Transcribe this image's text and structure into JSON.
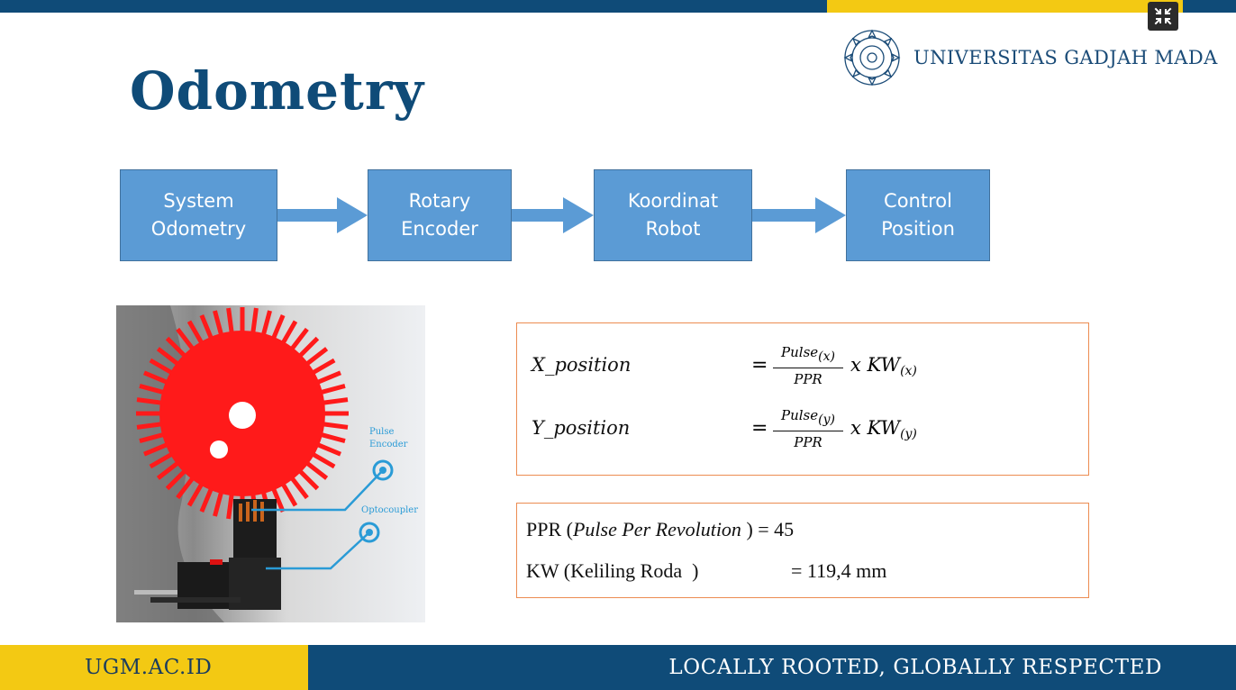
{
  "header": {
    "university_name": "UNIVERSITAS GADJAH MADA",
    "logo_icon": "ugm-seal-icon",
    "fullscreen_icon": "exit-fullscreen-icon"
  },
  "slide": {
    "title": "Odometry",
    "flow": [
      {
        "line1": "System",
        "line2": "Odometry"
      },
      {
        "line1": "Rotary",
        "line2": "Encoder"
      },
      {
        "line1": "Koordinat",
        "line2": "Robot"
      },
      {
        "line1": "Control",
        "line2": "Position"
      }
    ],
    "figure_labels": {
      "pulse_encoder_1": "Pulse",
      "pulse_encoder_2": "Encoder",
      "optocoupler": "Optocoupler"
    },
    "formulas": [
      {
        "lhs": "X_position",
        "eq": "=",
        "num": "Pulse",
        "num_sub": "(x)",
        "den": "PPR",
        "op": "x",
        "factor": "KW",
        "factor_sub": "(x)"
      },
      {
        "lhs": "Y_position",
        "eq": "=",
        "num": "Pulse",
        "num_sub": "(y)",
        "den": "PPR",
        "op": "x",
        "factor": "KW",
        "factor_sub": "(y)"
      }
    ],
    "constants": {
      "ppr_prefix": "PPR (",
      "ppr_italic": "Pulse Per Revolution ",
      "ppr_suffix": ") = 45",
      "kw_label": "KW (Keliling Roda  )",
      "kw_value": "= 119,4 mm"
    }
  },
  "footer": {
    "site": "UGM.AC.ID",
    "tagline": "LOCALLY ROOTED, GLOBALLY RESPECTED"
  },
  "colors": {
    "brand_blue": "#0f4b78",
    "brand_yellow": "#f3c913",
    "box_fill": "#5b9bd5",
    "box_border": "#41719c",
    "accent_orange": "#ec8c51",
    "disk_red": "#ff1a1a"
  }
}
